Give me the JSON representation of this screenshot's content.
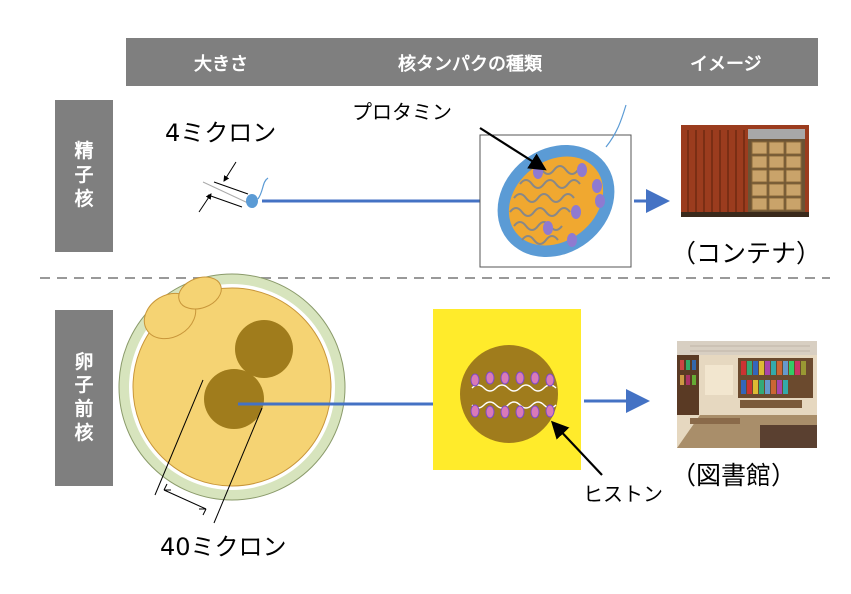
{
  "header": {
    "col_size": "大きさ",
    "col_protein": "核タンパクの種類",
    "col_image": "イメージ"
  },
  "rows": {
    "sperm_label": "精子核",
    "egg_label": "卵子前核"
  },
  "sperm": {
    "size_label": "4ミクロン",
    "protein_label": "プロタミン",
    "image_caption": "（コンテナ）"
  },
  "egg": {
    "size_label": "40ミクロン",
    "protein_label": "ヒストン",
    "image_caption": "（図書館）"
  },
  "colors": {
    "header_bg": "#7f7f7f",
    "arrow": "#4472c4",
    "sperm_outer": "#5b9bd5",
    "sperm_inner": "#f0a830",
    "egg_cytoplasm": "#f5d373",
    "egg_zona": "#d7e4bd",
    "nucleus": "#a07c1c",
    "histone_bg": "#ffeb2b",
    "container": "#9b3c1e"
  }
}
